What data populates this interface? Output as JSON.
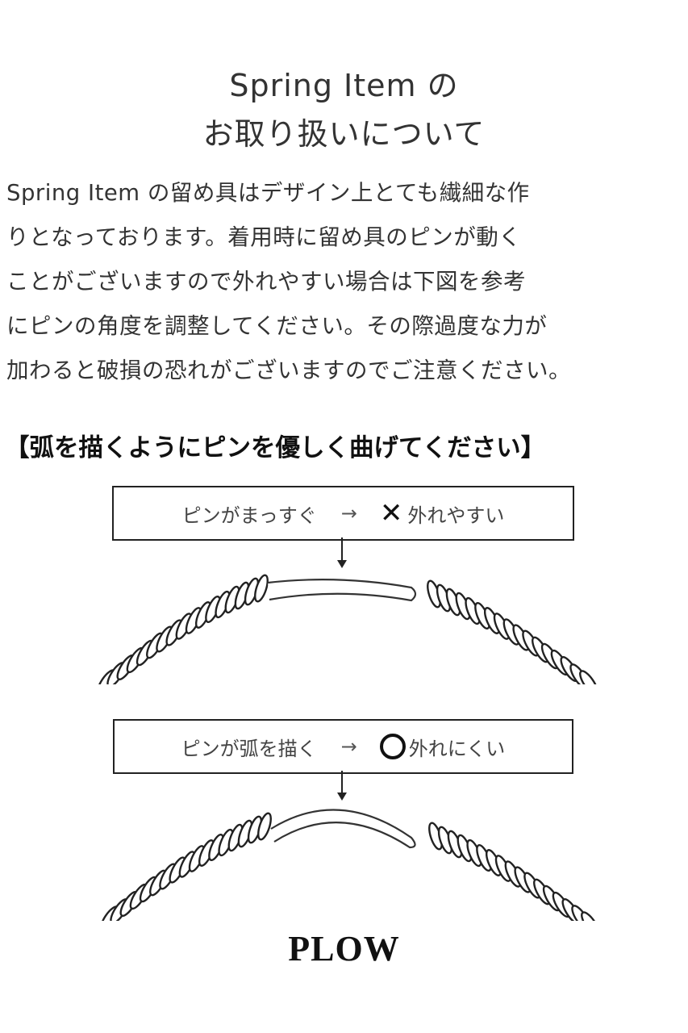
{
  "title": {
    "line1": "Spring Item の",
    "line2": "お取り扱いについて"
  },
  "body": {
    "lines": [
      "Spring Item の留め具はデザイン上とても繊細な作",
      "りとなっております。着用時に留め具のピンが動く",
      "ことがございますので外れやすい場合は下図を参考",
      "にピンの角度を調整してください。その際過度な力が",
      "加わると破損の恐れがございますのでご注意ください。"
    ]
  },
  "instruction_heading": "【弧を描くようにピンを優しく曲げてください】",
  "diagrams": [
    {
      "condition": "ピンがまっすぐ",
      "arrow": "→",
      "mark": "✕",
      "mark_icon": "cross-icon",
      "result": "外れやすい",
      "pin_shape": "straight"
    },
    {
      "condition": "ピンが弧を描く",
      "arrow": "→",
      "mark": "○",
      "mark_icon": "circle-icon",
      "result": "外れにくい",
      "pin_shape": "arc"
    }
  ],
  "brand": "PLOW"
}
